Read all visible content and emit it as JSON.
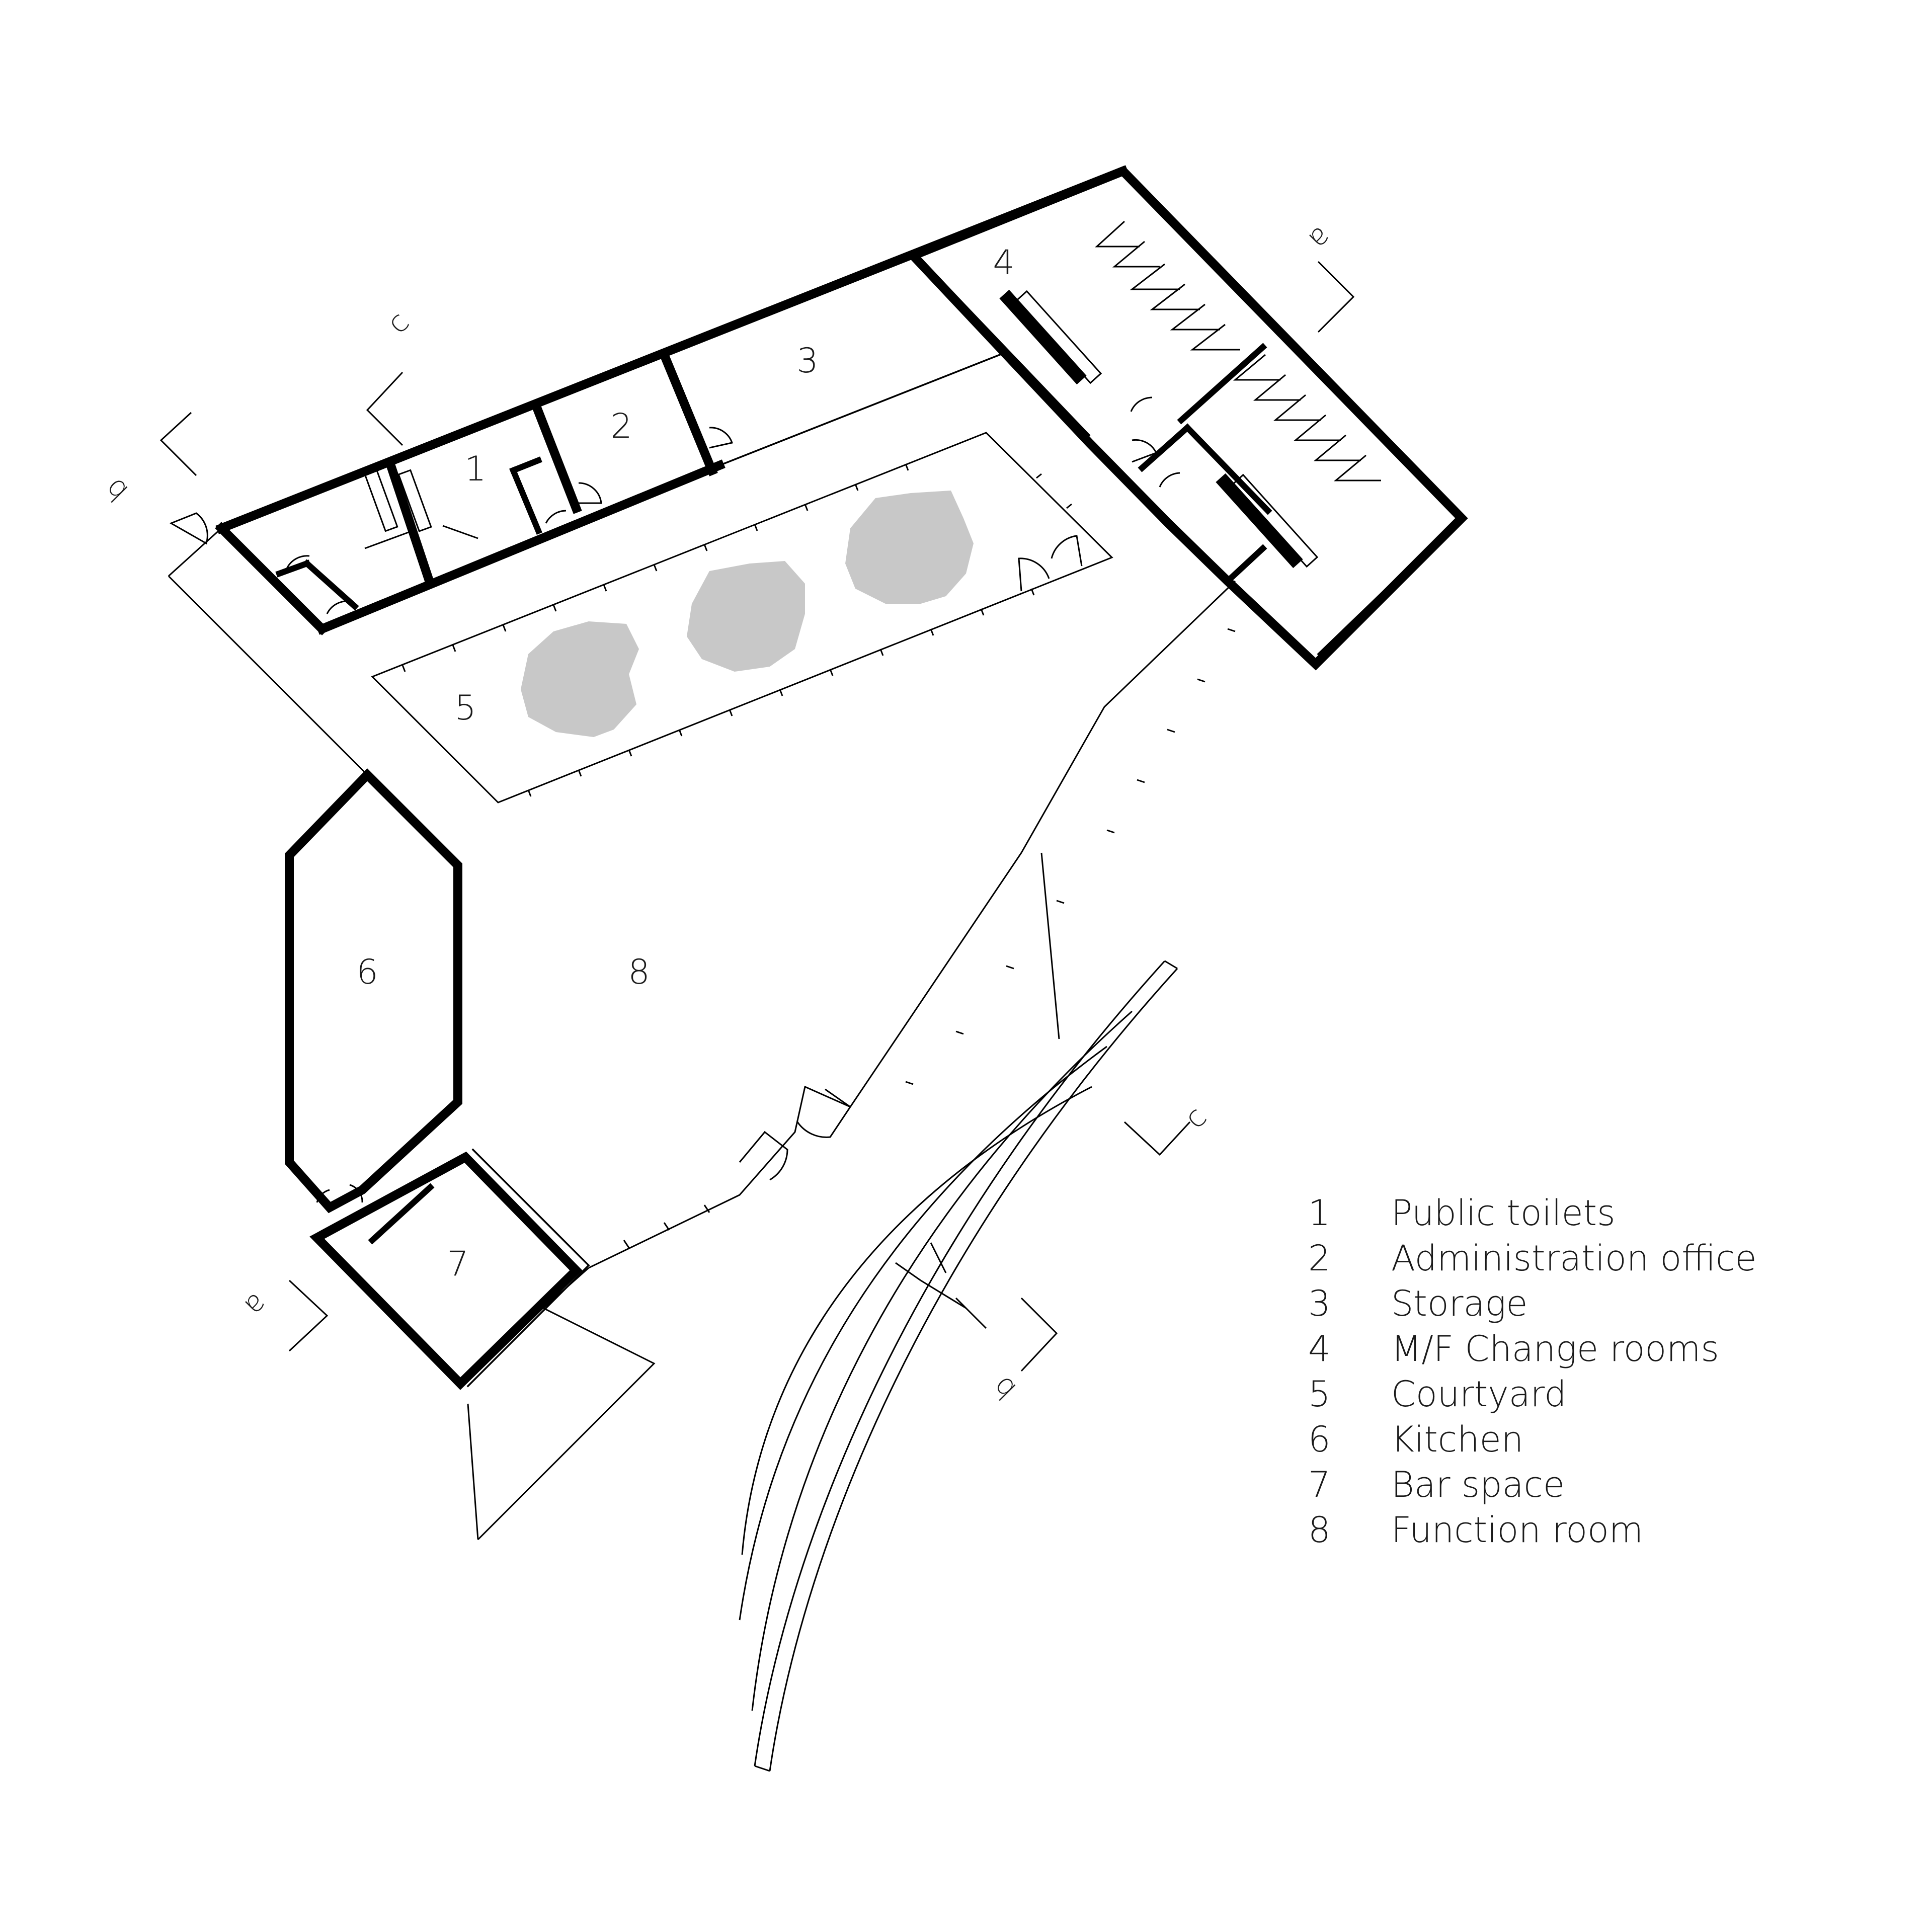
{
  "rooms": [
    {
      "num": "1"
    },
    {
      "num": "2"
    },
    {
      "num": "3"
    },
    {
      "num": "4"
    },
    {
      "num": "5"
    },
    {
      "num": "6"
    },
    {
      "num": "7"
    },
    {
      "num": "8"
    }
  ],
  "section_marks": {
    "a": "a",
    "b": "b",
    "c": "c"
  },
  "legend": [
    {
      "num": "1",
      "label": "Public toilets"
    },
    {
      "num": "2",
      "label": "Administration office"
    },
    {
      "num": "3",
      "label": "Storage"
    },
    {
      "num": "4",
      "label": "M/F Change rooms"
    },
    {
      "num": "5",
      "label": "Courtyard"
    },
    {
      "num": "6",
      "label": "Kitchen"
    },
    {
      "num": "7",
      "label": "Bar space"
    },
    {
      "num": "8",
      "label": "Function room"
    }
  ]
}
